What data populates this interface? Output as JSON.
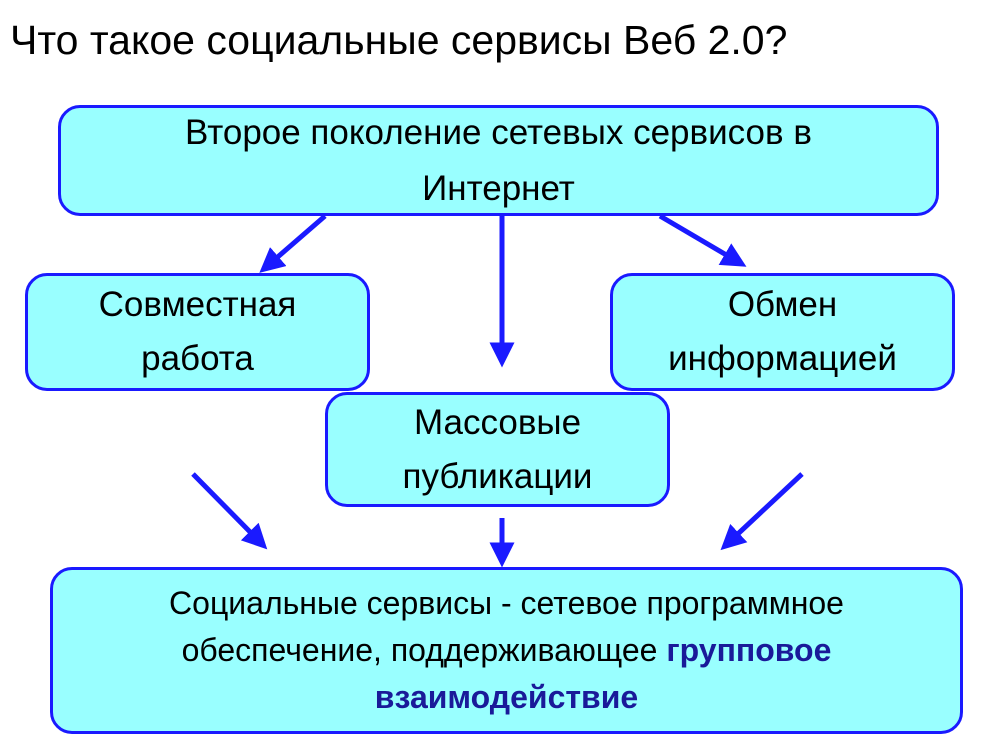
{
  "title": "Что такое социальные сервисы Веб 2.0?",
  "colors": {
    "box_fill": "#99ffff",
    "box_border": "#1a1aff",
    "arrow": "#1a1aff",
    "highlight_text": "#1a1a99"
  },
  "boxes": {
    "top": {
      "line1": "Второе поколение сетевых сервисов в",
      "line2": "Интернет"
    },
    "left": {
      "line1": "Совместная",
      "line2": "работа"
    },
    "right": {
      "line1": "Обмен",
      "line2": "информацией"
    },
    "middle": {
      "line1": "Массовые",
      "line2": "публикации"
    },
    "bottom": {
      "line1": "Социальные сервисы - сетевое программное",
      "line2_plain": "обеспечение, поддерживающее ",
      "line2_bold": "групповое",
      "line3_bold": "взаимодействие"
    }
  }
}
